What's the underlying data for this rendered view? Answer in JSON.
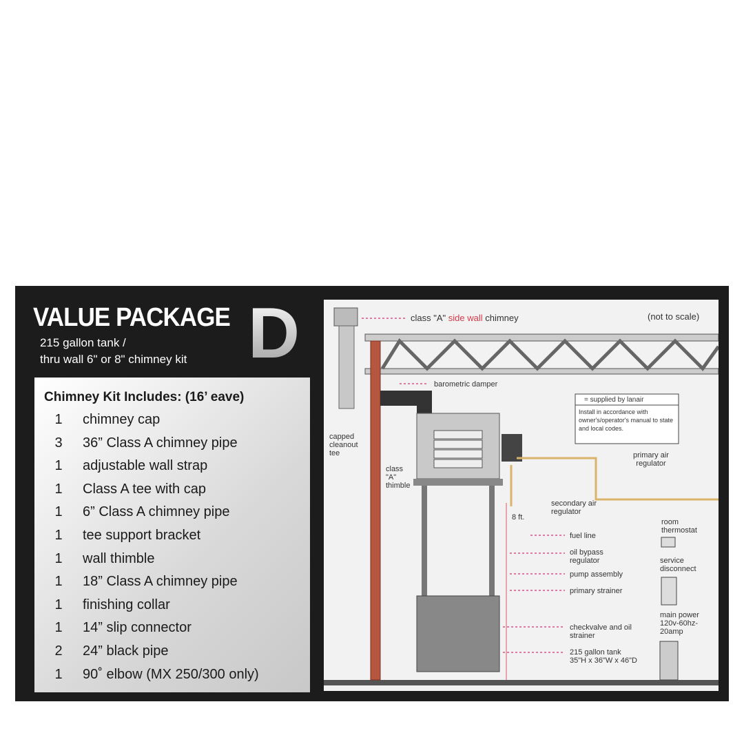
{
  "header": {
    "title": "VALUE PACKAGE",
    "letter": "D",
    "subtitle_line1": "215  gallon tank /",
    "subtitle_line2": "thru wall 6\" or 8\" chimney kit"
  },
  "kit": {
    "heading": "Chimney Kit Includes: (16’ eave)",
    "items": [
      {
        "qty": "1",
        "desc": "chimney cap"
      },
      {
        "qty": "3",
        "desc": "36” Class A chimney pipe"
      },
      {
        "qty": "1",
        "desc": "adjustable wall strap"
      },
      {
        "qty": "1",
        "desc": "Class A tee with cap"
      },
      {
        "qty": "1",
        "desc": "6” Class A chimney pipe"
      },
      {
        "qty": "1",
        "desc": "tee support bracket"
      },
      {
        "qty": "1",
        "desc": "wall thimble"
      },
      {
        "qty": "1",
        "desc": "18” Class A chimney pipe"
      },
      {
        "qty": "1",
        "desc": "finishing collar"
      },
      {
        "qty": "1",
        "desc": "14” slip connector"
      },
      {
        "qty": "2",
        "desc": "24” black pipe"
      },
      {
        "qty": "1",
        "desc": "90˚ elbow (MX 250/300 only)"
      }
    ]
  },
  "diagram": {
    "chimney_a": "class \"A\" ",
    "chimney_b": "side wall",
    "chimney_c": " chimney",
    "not_to_scale": "(not to scale)",
    "barometric": "barometric damper",
    "legend": "= supplied by lanair",
    "note": "Install in accordance with owner's/operator's manual to state and local codes.",
    "capped": "capped cleanout tee",
    "thimble": "class \"A\" thimble",
    "primary_air": "primary air regulator",
    "secondary_air": "secondary air regulator",
    "eight_ft": "8 ft.",
    "fuel_line": "fuel line",
    "oil_bypass": "oil bypass regulator",
    "pump": "pump assembly",
    "strainer": "primary strainer",
    "checkvalve": "checkvalve and oil strainer",
    "tank": "215 gallon tank",
    "tank_dims": "35\"H x 36\"W x 46\"D",
    "thermostat": "room thermostat",
    "service": "service disconnect",
    "main_power": "main power 120v-60hz-20amp"
  },
  "colors": {
    "panel": "#1c1c1c",
    "accent_red": "#d23a4a",
    "brick": "#b5563f",
    "fuel": "#d9b46a"
  }
}
